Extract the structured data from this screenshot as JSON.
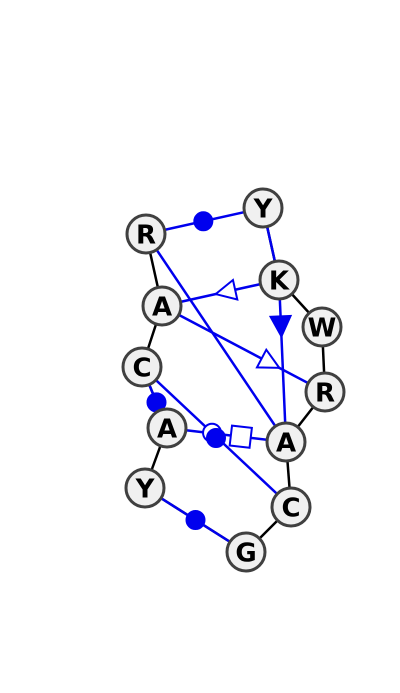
{
  "diagram": {
    "type": "rna-secondary-structure",
    "colors": {
      "backbone": "#000000",
      "pairing": "#0000ee",
      "node_fill": "#f0f0f0",
      "node_stroke": "#404040"
    },
    "nodes": [
      {
        "id": "n1",
        "label": "G"
      },
      {
        "id": "n2",
        "label": "Y"
      },
      {
        "id": "n3",
        "label": "A"
      },
      {
        "id": "n4",
        "label": "C"
      },
      {
        "id": "n5",
        "label": "A"
      },
      {
        "id": "n6",
        "label": "R"
      },
      {
        "id": "n7",
        "label": "Y"
      },
      {
        "id": "n8",
        "label": "K"
      },
      {
        "id": "n9",
        "label": "W"
      },
      {
        "id": "n10",
        "label": "R"
      },
      {
        "id": "n11",
        "label": "A"
      },
      {
        "id": "n12",
        "label": "C"
      }
    ],
    "backbone": [
      [
        "n1",
        "n2"
      ],
      [
        "n2",
        "n3"
      ],
      [
        "n3",
        "n4"
      ],
      [
        "n4",
        "n5"
      ],
      [
        "n5",
        "n6"
      ],
      [
        "n7",
        "n8"
      ],
      [
        "n8",
        "n9"
      ],
      [
        "n9",
        "n10"
      ],
      [
        "n10",
        "n11"
      ],
      [
        "n11",
        "n12"
      ],
      [
        "n12",
        "n1"
      ]
    ],
    "interactions": [
      {
        "from": "n6",
        "to": "n7",
        "glyph": "filled-circle"
      },
      {
        "from": "n2",
        "to": "n1",
        "glyph": "filled-circle"
      },
      {
        "from": "n8",
        "to": "n5",
        "glyph": "open-triangle"
      },
      {
        "from": "n8",
        "to": "n11",
        "glyph": "filled-triangle"
      },
      {
        "from": "n3",
        "to": "n11",
        "glyph": "open-square"
      },
      {
        "from": "n4",
        "to": "n12",
        "glyph": "open-circle"
      },
      {
        "from": "n6",
        "to": "n11",
        "glyph": "none"
      },
      {
        "from": "n5",
        "to": "n10",
        "glyph": "open-triangle"
      },
      {
        "from": "n7",
        "to": "n8",
        "glyph": "none"
      },
      {
        "from": "n3",
        "to": "n4",
        "glyph": "filled-circle"
      }
    ]
  }
}
